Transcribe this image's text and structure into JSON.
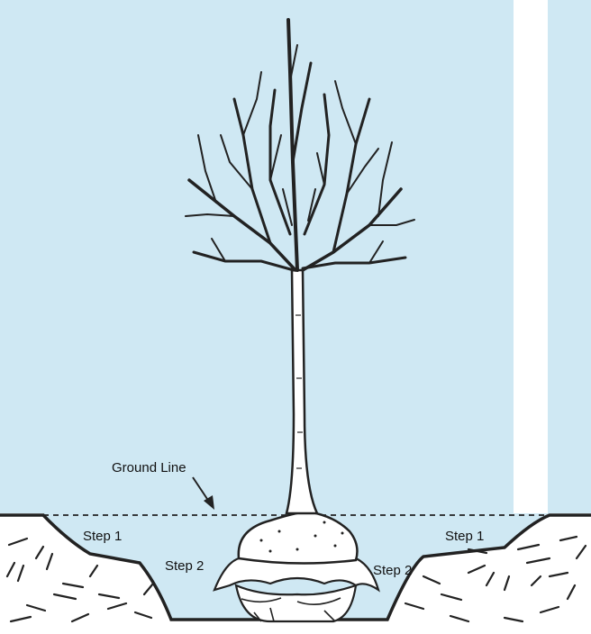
{
  "labels": {
    "ground_line": "Ground Line",
    "step1_left": "Step 1",
    "step1_right": "Step 1",
    "step2_left": "Step 2",
    "step2_right": "Step 2"
  },
  "colors": {
    "sky": "#cfe8f3",
    "ink": "#222222",
    "ground": "#ffffff",
    "margin_strip": "#ffffff"
  }
}
